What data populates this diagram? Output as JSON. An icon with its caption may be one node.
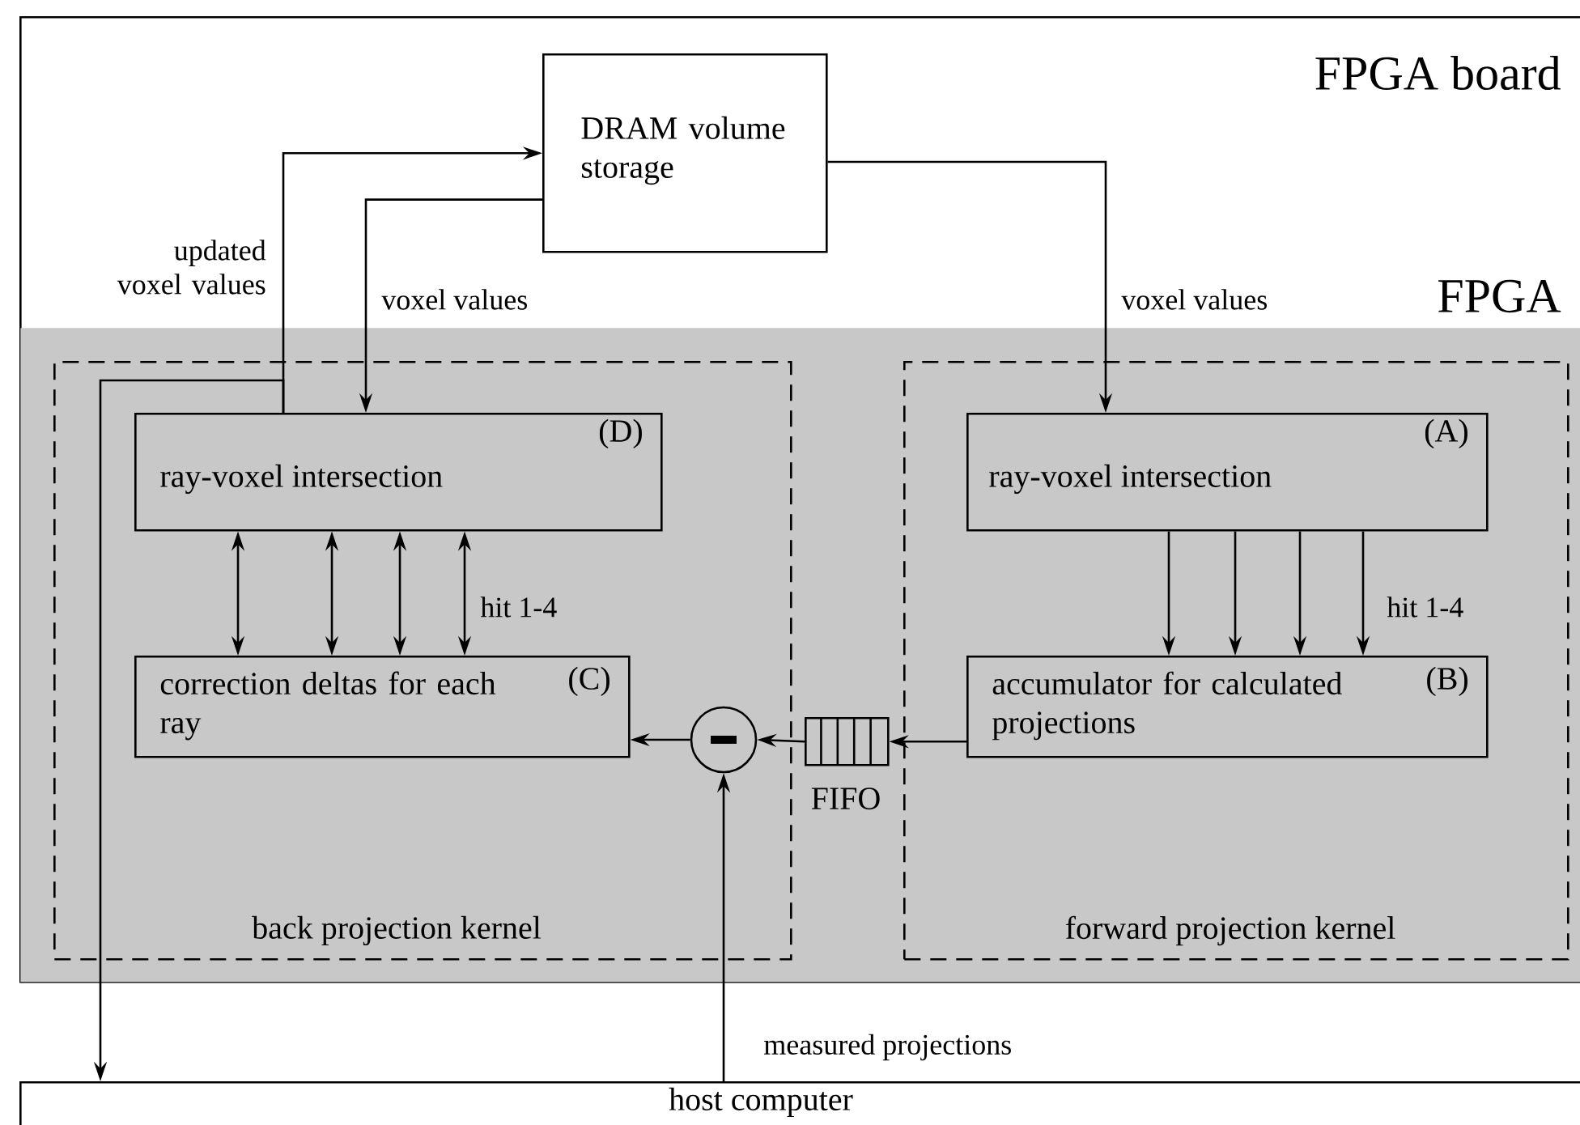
{
  "diagram": {
    "nodes": [
      {
        "text": [
          "FPGA board"
        ]
      },
      {
        "text": [
          "DRAM volume storage"
        ],
        "in": 0
      },
      {
        "text": [
          "FPGA"
        ],
        "in": 0
      },
      {
        "text": [
          "back projection kernel"
        ],
        "in": 2
      },
      {
        "text": [
          "ray-voxel intersection",
          "(D)"
        ],
        "in": 3
      },
      {
        "text": [
          "correction deltas for each ray",
          "(C)"
        ],
        "in": 3
      },
      {
        "text": [],
        "shape": "circle",
        "in": 3
      },
      {
        "text": [],
        "shape": "box",
        "beside": [
          "FIFO"
        ],
        "in": 2
      },
      {
        "text": [
          "forward projection kernel"
        ],
        "in": 2
      },
      {
        "text": [
          "ray-voxel intersection",
          "(A)"
        ],
        "in": 8
      },
      {
        "text": [
          "accumulator for calculated projections",
          "(B)"
        ],
        "in": 8
      },
      {
        "text": [
          "host computer"
        ]
      }
    ],
    "edges": [
      {
        "from": 4,
        "to": 1,
        "arrow": "to",
        "label": "updated voxel values"
      },
      {
        "from": 1,
        "to": 4,
        "arrow": "to",
        "label": "voxel values"
      },
      {
        "from": 1,
        "to": 9,
        "arrow": "to",
        "label": "voxel values"
      },
      {
        "from": 4,
        "to": 11,
        "arrow": "to"
      },
      {
        "from": 4,
        "to": 5,
        "arrow": "both"
      },
      {
        "from": 4,
        "to": 5,
        "arrow": "both"
      },
      {
        "from": 4,
        "to": 5,
        "arrow": "both"
      },
      {
        "from": 4,
        "to": 5,
        "arrow": "both"
      },
      {
        "from": 9,
        "to": 10,
        "arrow": "to"
      },
      {
        "from": 9,
        "to": 10,
        "arrow": "to"
      },
      {
        "from": 9,
        "to": 10,
        "arrow": "to"
      },
      {
        "from": 9,
        "to": 10,
        "arrow": "to"
      },
      {
        "from": 10,
        "to": 7,
        "arrow": "to"
      },
      {
        "from": 7,
        "to": 6,
        "arrow": "to"
      },
      {
        "from": 6,
        "to": 5,
        "arrow": "to"
      },
      {
        "from": 11,
        "to": 6,
        "arrow": "to",
        "label": "measured projections"
      }
    ],
    "labels": [
      "hit 1-4",
      "hit 1-4"
    ]
  }
}
